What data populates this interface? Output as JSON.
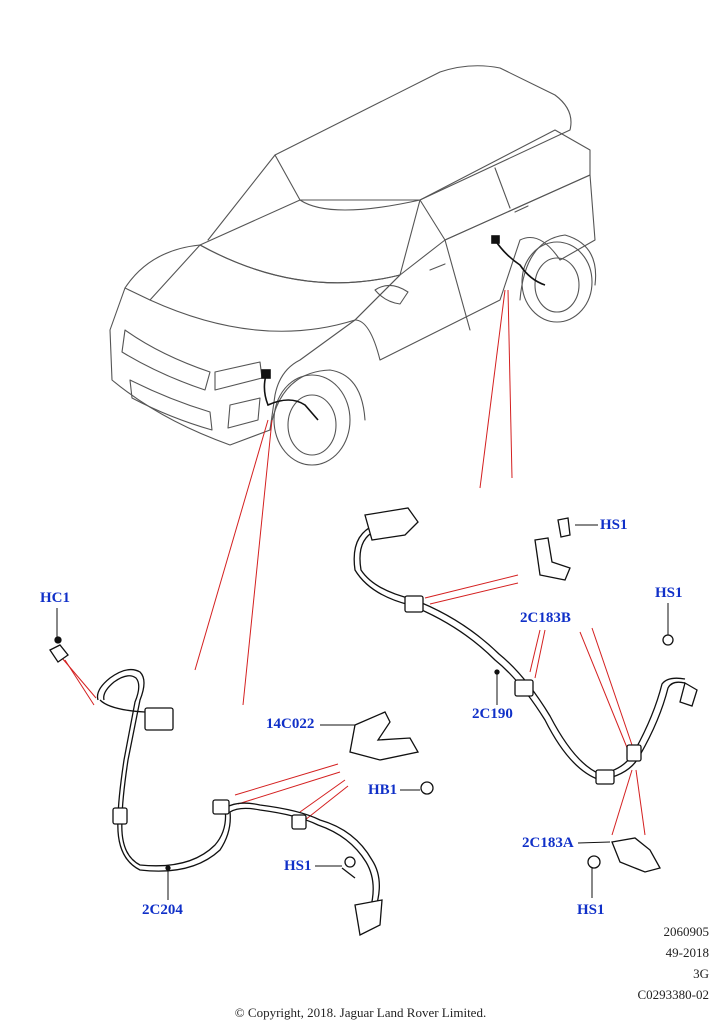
{
  "labels": {
    "hc1": "HC1",
    "hs1_top": "HS1",
    "hs1_right": "HS1",
    "c183b": "2C183B",
    "c190": "2C190",
    "c022": "14C022",
    "hb1": "HB1",
    "hs1_mid": "HS1",
    "c183a": "2C183A",
    "hs1_bottom": "HS1",
    "c204": "2C204"
  },
  "meta": {
    "code": "2060905",
    "date": "49-2018",
    "rev": "3G",
    "ref": "C0293380-02"
  },
  "copyright": "© Copyright, 2018. Jaguar Land Rover Limited.",
  "colors": {
    "label": "#1030c8",
    "leader": "#d42020",
    "line": "#444444"
  }
}
